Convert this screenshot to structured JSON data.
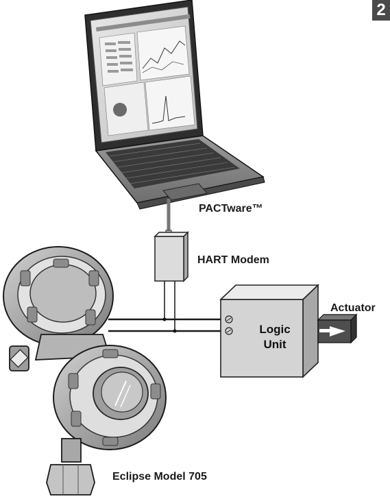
{
  "page_tab": "2",
  "labels": {
    "software": "PACTware™",
    "modem": "HART Modem",
    "actuator": "Actuator",
    "logic_unit_line1": "Logic",
    "logic_unit_line2": "Unit",
    "transmitter": "Eclipse Model 705"
  },
  "colors": {
    "ink": "#1a1a1a",
    "modem_fill": "#dcdcdc",
    "logic_fill": "#d4d4d4",
    "tab_fill": "#4a4a4a"
  },
  "icons": [
    "laptop-icon",
    "hart-modem-box",
    "logic-unit-box",
    "actuator-icon",
    "transmitter-icon"
  ]
}
